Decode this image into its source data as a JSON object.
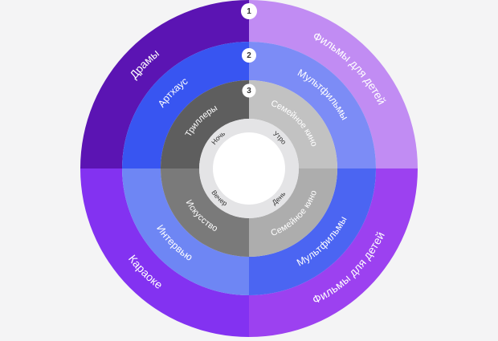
{
  "diagram": {
    "colors": {
      "background": "#f4f4f5",
      "divider": "#ffffff",
      "badge_fill": "#ffffff",
      "badge_text": "#333333",
      "center": "#ffffff",
      "hub_ring": "#e4e4e6"
    },
    "rings": [
      {
        "badge": "1",
        "sectors": [
          {
            "label": "Фильмы для детей",
            "color": "#c18cf3",
            "text_color": "#ffffff"
          },
          {
            "label": "Фильмы для детей",
            "color": "#9c41f0",
            "text_color": "#ffffff"
          },
          {
            "label": "Караоке",
            "color": "#8332f1",
            "text_color": "#ffffff"
          },
          {
            "label": "Драмы",
            "color": "#5b14b3",
            "text_color": "#ffffff"
          }
        ]
      },
      {
        "badge": "2",
        "sectors": [
          {
            "label": "Мультфильмы",
            "color": "#7c8cf6",
            "text_color": "#ffffff"
          },
          {
            "label": "Мультфильмы",
            "color": "#4b65f2",
            "text_color": "#ffffff"
          },
          {
            "label": "Интервью",
            "color": "#6e86f4",
            "text_color": "#ffffff"
          },
          {
            "label": "Артхаус",
            "color": "#3855f1",
            "text_color": "#ffffff"
          }
        ]
      },
      {
        "badge": "3",
        "sectors": [
          {
            "label": "Семейное кино",
            "color": "#c2c2c2",
            "text_color": "#ffffff"
          },
          {
            "label": "Семейное кино",
            "color": "#adadad",
            "text_color": "#ffffff"
          },
          {
            "label": "Искусство",
            "color": "#7a7a7a",
            "text_color": "#ffffff"
          },
          {
            "label": "Триллеры",
            "color": "#5e5e5e",
            "text_color": "#ffffff"
          }
        ]
      }
    ],
    "hub": [
      {
        "label": "Утро",
        "text_color": "#333333"
      },
      {
        "label": "День",
        "text_color": "#333333"
      },
      {
        "label": "Вечер",
        "text_color": "#333333"
      },
      {
        "label": "Ночь",
        "text_color": "#333333"
      }
    ]
  }
}
